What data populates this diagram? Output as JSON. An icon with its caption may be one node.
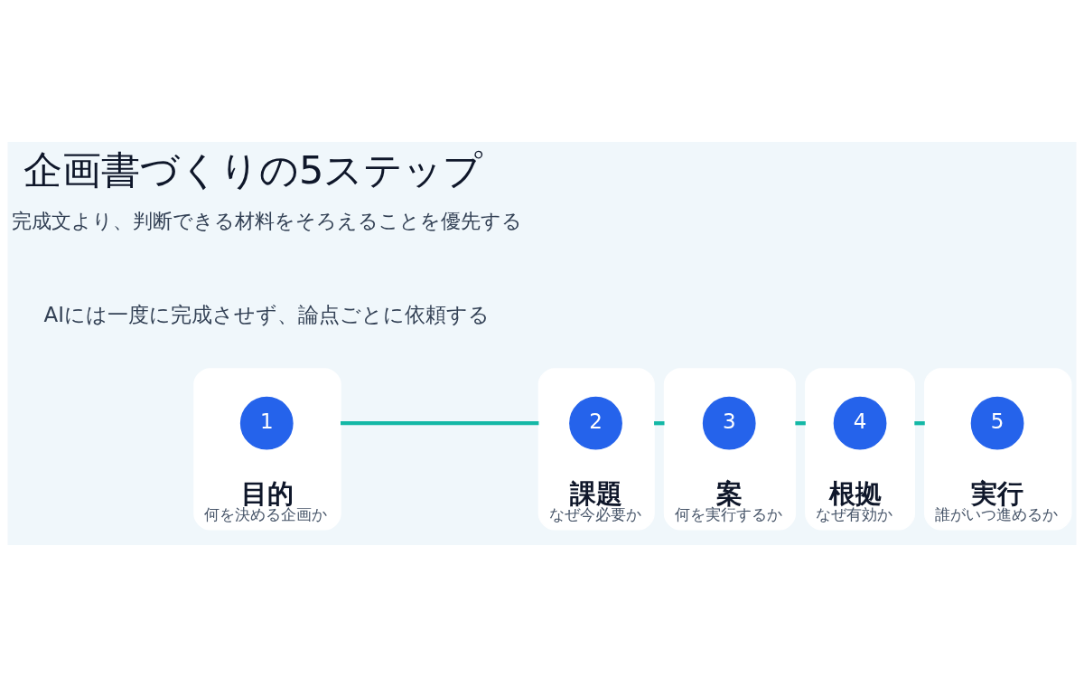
{
  "diagram": {
    "title": "企画書づくりの5ステップ",
    "nodes": [
      {
        "text": [
          "目的",
          "何を決める企画か"
        ]
      },
      {
        "text": [
          "1"
        ],
        "in": 0
      },
      {
        "text": [
          "課題",
          "なぜ今必要か"
        ]
      },
      {
        "text": [
          "2"
        ],
        "in": 2
      },
      {
        "text": [
          "案",
          "何を実行するか"
        ]
      },
      {
        "text": [
          "3"
        ],
        "in": 4
      },
      {
        "text": [
          "根拠",
          "なぜ有効か"
        ]
      },
      {
        "text": [
          "4"
        ],
        "in": 6
      },
      {
        "text": [
          "実行",
          "誰がいつ進めるか"
        ]
      },
      {
        "text": [
          "5"
        ],
        "in": 8
      }
    ],
    "edges": [
      {
        "from": 0,
        "to": 2,
        "arrow": "none"
      },
      {
        "from": 2,
        "to": 4,
        "arrow": "none"
      },
      {
        "from": 4,
        "to": 6,
        "arrow": "none"
      },
      {
        "from": 6,
        "to": 8,
        "arrow": "none"
      }
    ],
    "labels": [
      "AIには一度に完成させず、論点ごとに依頼する",
      "完成文より、判断できる材料をそろえることを優先する"
    ]
  }
}
